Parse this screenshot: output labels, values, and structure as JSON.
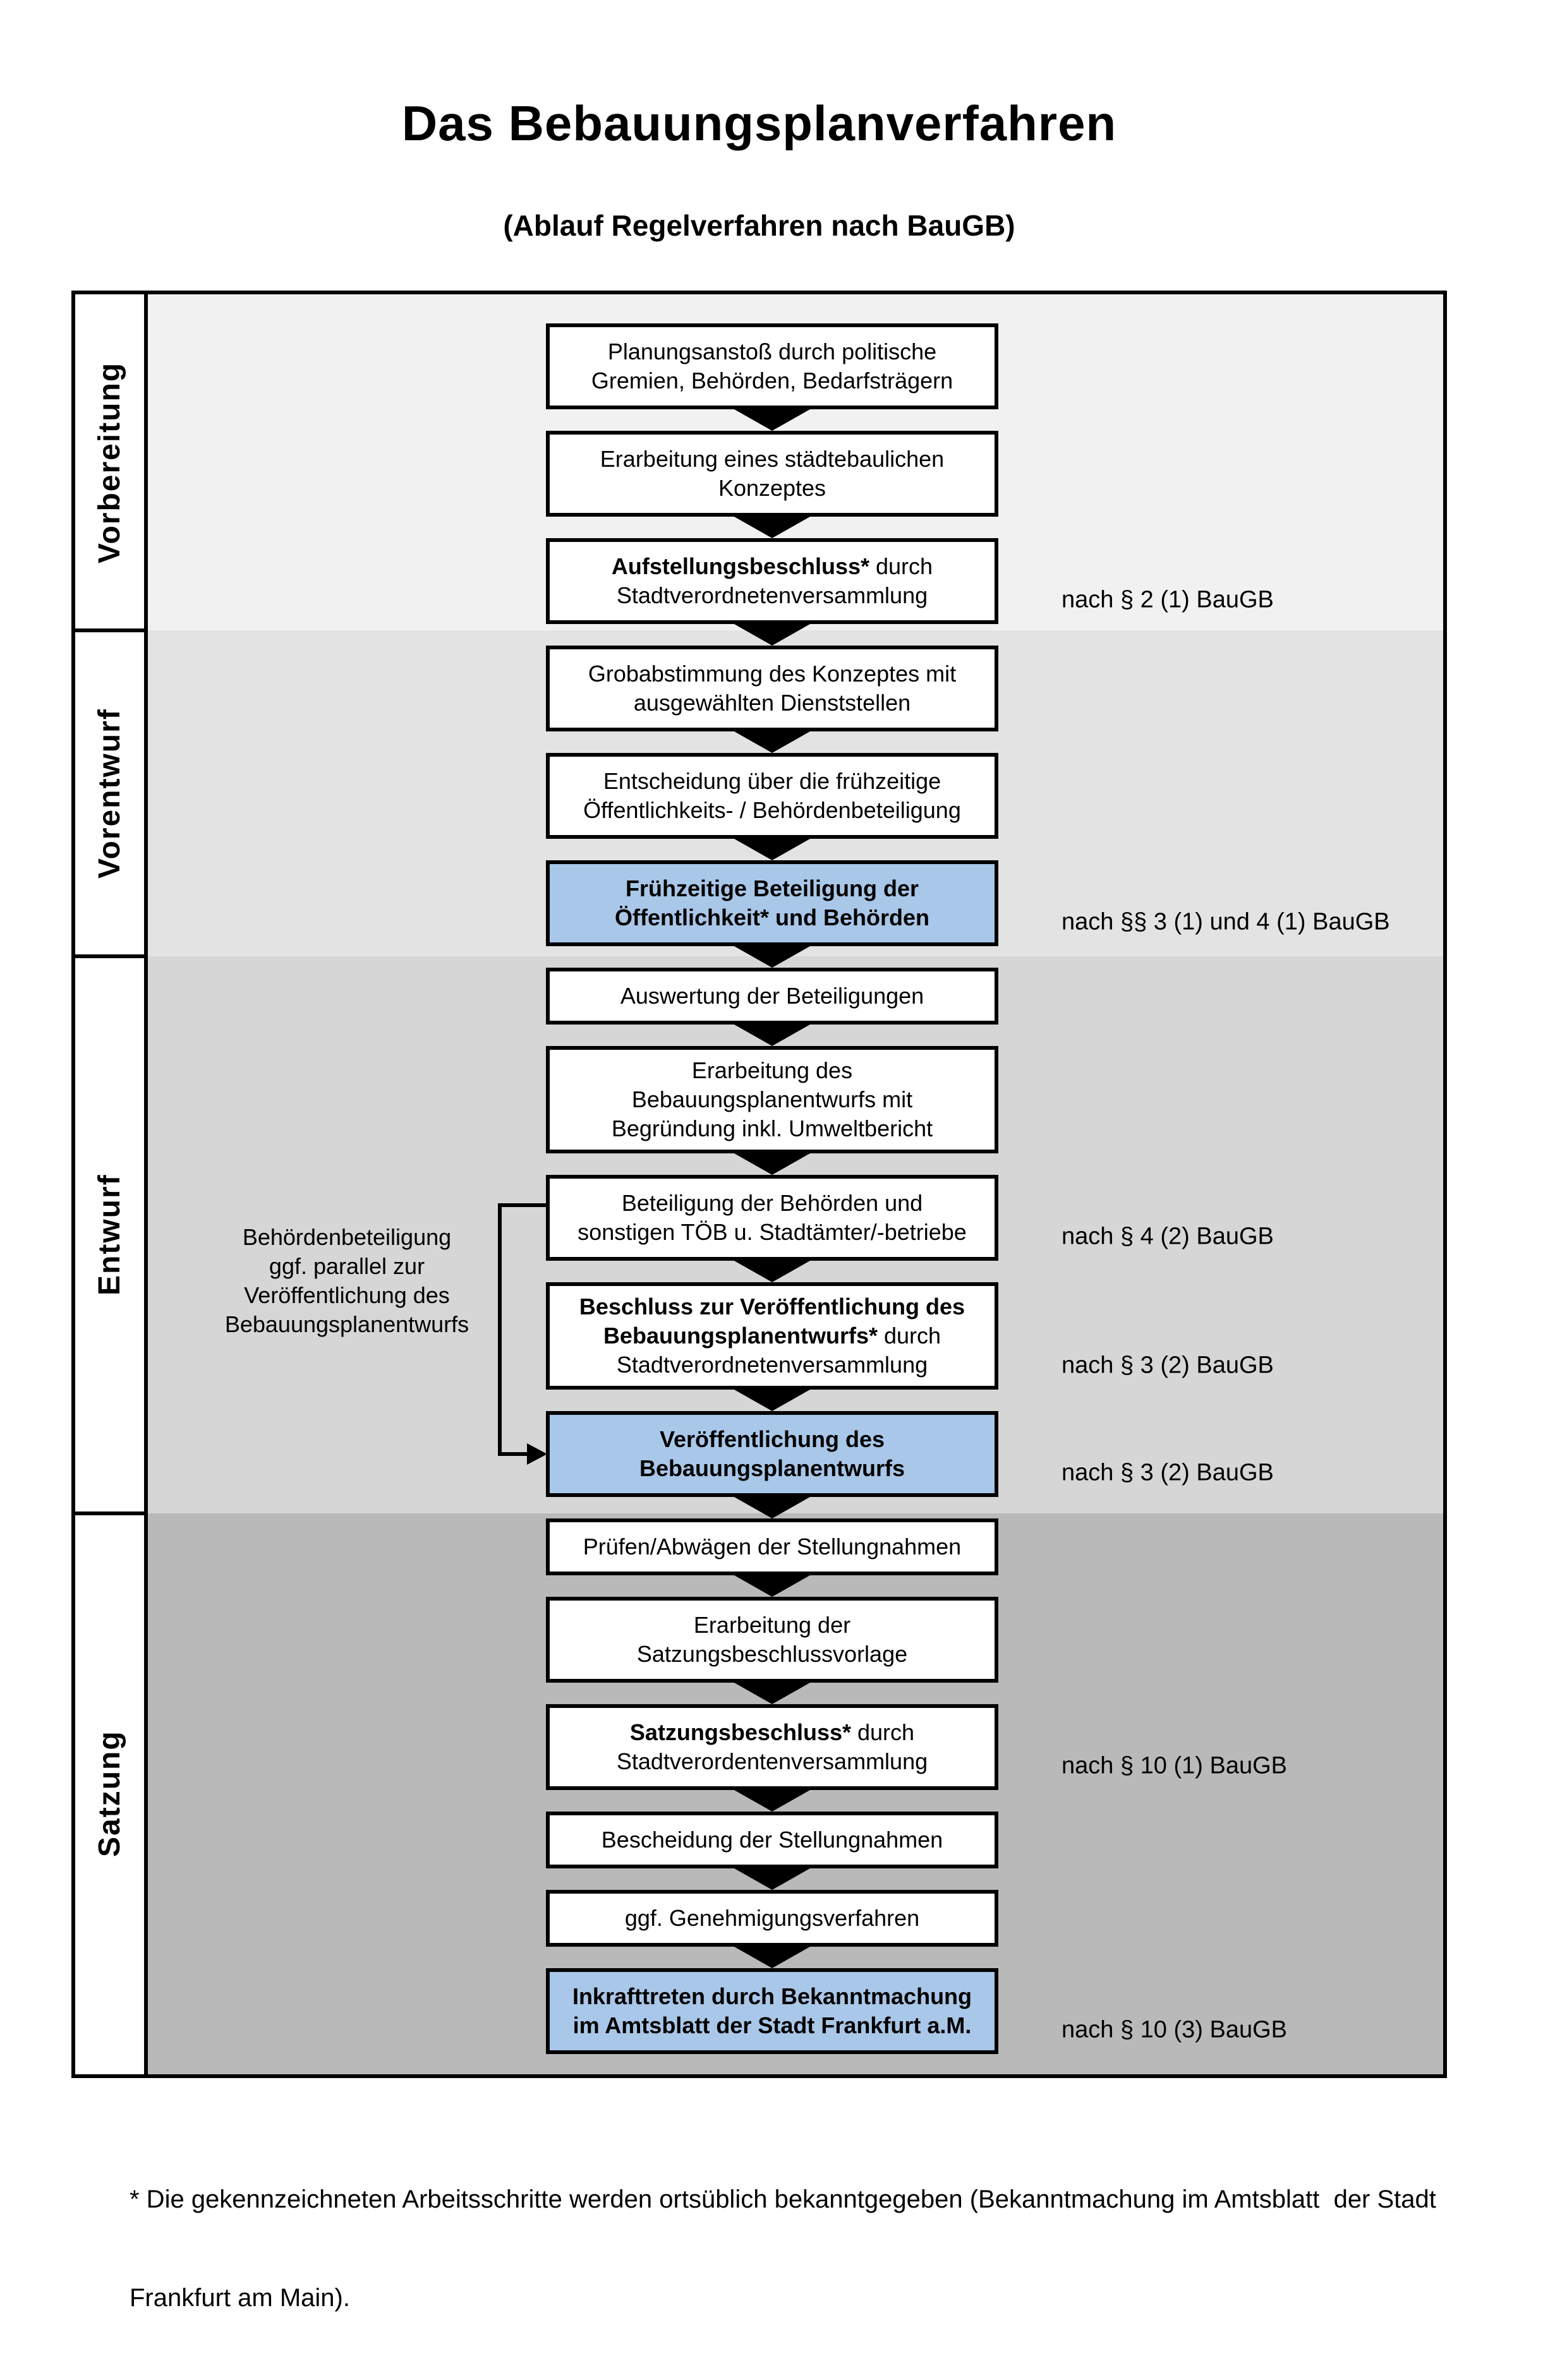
{
  "title": "Das Bebauungsplanverfahren",
  "subtitle": "(Ablauf Regelverfahren nach BauGB)",
  "phases": [
    {
      "id": "vorbereitung",
      "label": "Vorbereitung"
    },
    {
      "id": "vorentwurf",
      "label": "Vorentwurf"
    },
    {
      "id": "entwurf",
      "label": "Entwurf"
    },
    {
      "id": "satzung",
      "label": "Satzung"
    }
  ],
  "boxes": [
    {
      "id": "planungsanstoss",
      "phase": "vorbereitung",
      "highlighted": false,
      "lines": [
        [
          {
            "text": "Planungsanstoß durch politische",
            "bold": false
          }
        ],
        [
          {
            "text": "Gremien, Behörden, Bedarfsträgern",
            "bold": false
          }
        ]
      ]
    },
    {
      "id": "konzept-erarbeitung",
      "phase": "vorbereitung",
      "highlighted": false,
      "lines": [
        [
          {
            "text": "Erarbeitung eines städtebaulichen",
            "bold": false
          }
        ],
        [
          {
            "text": "Konzeptes",
            "bold": false
          }
        ]
      ]
    },
    {
      "id": "aufstellungsbeschluss",
      "phase": "vorbereitung",
      "highlighted": false,
      "lines": [
        [
          {
            "text": "Aufstellungsbeschluss*",
            "bold": true
          },
          {
            "text": " durch",
            "bold": false
          }
        ],
        [
          {
            "text": "Stadtverordnetenversammlung",
            "bold": false
          }
        ]
      ]
    },
    {
      "id": "grobabstimmung",
      "phase": "vorentwurf",
      "highlighted": false,
      "lines": [
        [
          {
            "text": "Grobabstimmung des Konzeptes mit",
            "bold": false
          }
        ],
        [
          {
            "text": "ausgewählten Dienststellen",
            "bold": false
          }
        ]
      ]
    },
    {
      "id": "entscheidung-beteiligung",
      "phase": "vorentwurf",
      "highlighted": false,
      "lines": [
        [
          {
            "text": "Entscheidung über die frühzeitige",
            "bold": false
          }
        ],
        [
          {
            "text": "Öffentlichkeits- / Behördenbeteiligung",
            "bold": false
          }
        ]
      ]
    },
    {
      "id": "fruehzeitige-beteiligung",
      "phase": "vorentwurf",
      "highlighted": true,
      "lines": [
        [
          {
            "text": "Frühzeitige Beteiligung der",
            "bold": true
          }
        ],
        [
          {
            "text": "Öffentlichkeit* und Behörden",
            "bold": true
          }
        ]
      ]
    },
    {
      "id": "auswertung",
      "phase": "entwurf",
      "highlighted": false,
      "lines": [
        [
          {
            "text": "Auswertung der Beteiligungen",
            "bold": false
          }
        ]
      ]
    },
    {
      "id": "entwurf-erarbeitung",
      "phase": "entwurf",
      "highlighted": false,
      "lines": [
        [
          {
            "text": "Erarbeitung des",
            "bold": false
          }
        ],
        [
          {
            "text": "Bebauungsplanentwurfs mit",
            "bold": false
          }
        ],
        [
          {
            "text": "Begründung inkl. Umweltbericht",
            "bold": false
          }
        ]
      ]
    },
    {
      "id": "behoerdenbeteiligung",
      "phase": "entwurf",
      "highlighted": false,
      "lines": [
        [
          {
            "text": "Beteiligung der Behörden und",
            "bold": false
          }
        ],
        [
          {
            "text": "sonstigen TÖB u. Stadtämter/-betriebe",
            "bold": false
          }
        ]
      ]
    },
    {
      "id": "veroeffentlichungsbeschluss",
      "phase": "entwurf",
      "highlighted": false,
      "lines": [
        [
          {
            "text": "Beschluss zur Veröffentlichung des",
            "bold": true
          }
        ],
        [
          {
            "text": "Bebauungsplanentwurfs*",
            "bold": true
          },
          {
            "text": " durch",
            "bold": false
          }
        ],
        [
          {
            "text": "Stadtverordnetenversammlung",
            "bold": false
          }
        ]
      ]
    },
    {
      "id": "veroeffentlichung",
      "phase": "entwurf",
      "highlighted": true,
      "lines": [
        [
          {
            "text": "Veröffentlichung des",
            "bold": true
          }
        ],
        [
          {
            "text": "Bebauungsplanentwurfs",
            "bold": true
          }
        ]
      ]
    },
    {
      "id": "pruefen-abwaegen",
      "phase": "satzung",
      "highlighted": false,
      "lines": [
        [
          {
            "text": "Prüfen/Abwägen der Stellungnahmen",
            "bold": false
          }
        ]
      ]
    },
    {
      "id": "satzungsvorlage",
      "phase": "satzung",
      "highlighted": false,
      "lines": [
        [
          {
            "text": "Erarbeitung der",
            "bold": false
          }
        ],
        [
          {
            "text": "Satzungsbeschlussvorlage",
            "bold": false
          }
        ]
      ]
    },
    {
      "id": "satzungsbeschluss",
      "phase": "satzung",
      "highlighted": false,
      "lines": [
        [
          {
            "text": "Satzungsbeschluss*",
            "bold": true
          },
          {
            "text": " durch",
            "bold": false
          }
        ],
        [
          {
            "text": "Stadtverordentenversammlung",
            "bold": false
          }
        ]
      ]
    },
    {
      "id": "bescheidung",
      "phase": "satzung",
      "highlighted": false,
      "lines": [
        [
          {
            "text": "Bescheidung der Stellungnahmen",
            "bold": false
          }
        ]
      ]
    },
    {
      "id": "genehmigungsverfahren",
      "phase": "satzung",
      "highlighted": false,
      "lines": [
        [
          {
            "text": "ggf. Genehmigungsverfahren",
            "bold": false
          }
        ]
      ]
    },
    {
      "id": "inkrafttreten",
      "phase": "satzung",
      "highlighted": true,
      "lines": [
        [
          {
            "text": "Inkrafttreten",
            "bold": true
          },
          {
            "text": " durch Bekanntmachung",
            "bold": false
          }
        ],
        [
          {
            "text": "im Amtsblatt der Stadt Frankfurt a.M.",
            "bold": false
          }
        ]
      ]
    }
  ],
  "legal_refs": [
    {
      "box": "aufstellungsbeschluss",
      "text": "nach § 2 (1) BauGB"
    },
    {
      "box": "fruehzeitige-beteiligung",
      "text": "nach §§ 3 (1) und 4 (1) BauGB"
    },
    {
      "box": "behoerdenbeteiligung",
      "text": "nach § 4 (2) BauGB"
    },
    {
      "box": "veroeffentlichungsbeschluss",
      "text": "nach § 3 (2) BauGB"
    },
    {
      "box": "veroeffentlichung",
      "text": "nach § 3 (2) BauGB"
    },
    {
      "box": "satzungsbeschluss",
      "text": "nach § 10 (1) BauGB"
    },
    {
      "box": "inkrafttreten",
      "text": "nach § 10 (3) BauGB"
    }
  ],
  "annotation": {
    "lines": [
      "Behördenbeteiligung",
      "ggf. parallel zur",
      "Veröffentlichung des",
      "Bebauungsplanentwurfs"
    ],
    "connects_from": "behoerdenbeteiligung",
    "connects_to": "veroeffentlichung"
  },
  "footnote": {
    "lines": [
      "* Die gekennzeichneten Arbeitsschritte werden ortsüblich bekanntgegeben (Bekanntmachung im Amtsblatt  der Stadt",
      "Frankfurt am Main)."
    ]
  },
  "colors": {
    "border": "#000000",
    "box_fill": "#ffffff",
    "highlight_fill": "#a9c7e8",
    "band_fills": [
      "#f1f1f1",
      "#e3e3e3",
      "#d6d6d6",
      "#b9b9b9"
    ]
  }
}
